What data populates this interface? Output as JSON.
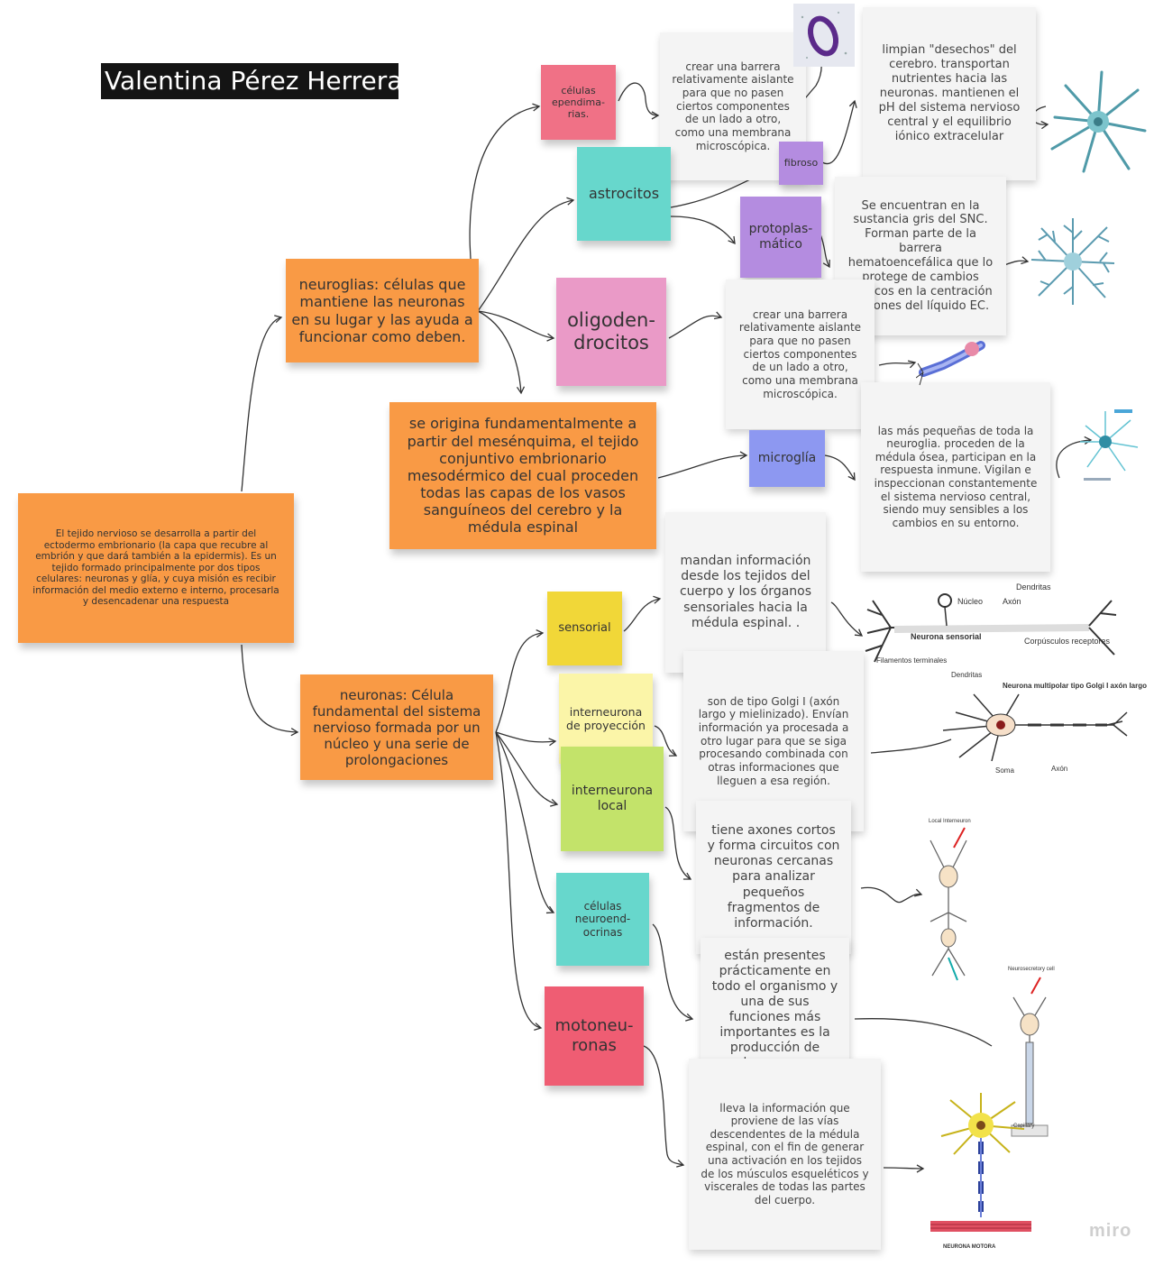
{
  "title": "Valentina Pérez Herrera",
  "colors": {
    "orange": "#f99a45",
    "pink": "#f07186",
    "teal": "#67d7cc",
    "rose": "#ea9ac7",
    "violet": "#b48ce0",
    "blue": "#8d98f1",
    "yellow": "#f1d738",
    "cream": "#fbf5a8",
    "lime": "#c3e36a",
    "red": "#ef5d73",
    "card": "#f4f4f4"
  },
  "root": "El tejido nervioso se desarrolla a partir del ectodermo embrionario (la capa que recubre al embrión y que dará también a la epidermis). Es un tejido formado principalmente por dos tipos celulares: neuronas y glía, y cuya misión es recibir información del medio externo e interno, procesarla y desencadenar una respuesta",
  "neuroglias": {
    "label": "neuroglias: células que mantiene las neuronas en su lugar y las ayuda a funcionar como deben.",
    "origin": "se origina fundamentalmente a partir del mesénquima, el tejido conjuntivo embrionario mesodérmico del cual proceden todas las capas de los vasos sanguíneos del cerebro y la médula espinal",
    "ependimarias": {
      "label": "células ependima-rias.",
      "description": "crear una barrera relativamente aislante para que no pasen ciertos componentes de un lado a otro, como una membrana microscópica."
    },
    "astrocitos": {
      "label": "astrocitos",
      "fibroso": "fibroso",
      "fibroso_desc": "limpian \"desechos\" del cerebro. transportan nutrientes hacia las neuronas. mantienen el pH del sistema nervioso central y el equilibrio iónico extracelular",
      "protoplasmatico": "protoplas-mático",
      "protoplasmatico_desc": "Se encuentran en la sustancia gris del SNC. Forman parte de la barrera hematoencefálica que lo protege de cambios bruscos en la centración de iones del líquido EC."
    },
    "oligodendrocitos": {
      "label": "oligoden-drocitos",
      "description": "crear una barrera relativamente aislante para que no pasen ciertos componentes de un lado a otro, como una membrana microscópica."
    },
    "microglia": {
      "label": "microglía",
      "description": "las más pequeñas de toda la neuroglia. proceden de la médula ósea, participan en la respuesta inmune. Vigilan e inspeccionan constantemente el sistema nervioso central, siendo muy sensibles a los cambios en su entorno."
    }
  },
  "neuronas": {
    "label": "neuronas: Célula fundamental del sistema nervioso formada por un núcleo y una serie de prolongaciones",
    "sensorial": {
      "label": "sensorial",
      "description": "mandan información desde los tejidos del cuerpo y los órganos sensoriales hacia la médula espinal. ."
    },
    "interneurona_proyeccion": {
      "label": "interneurona de proyección",
      "description": "son de tipo Golgi I (axón largo y mielinizado). Envían información ya procesada a otro lugar para que se siga procesando combinada con otras informaciones que lleguen a esa región."
    },
    "interneurona_local": {
      "label": "interneurona local",
      "description": "tiene axones cortos y forma circuitos con neuronas cercanas para analizar pequeños fragmentos de información."
    },
    "neuroendocrinas": {
      "label": "células neuroend-ocrinas",
      "description": "están presentes prácticamente en todo el organismo y una de sus funciones más importantes es la producción de hormonas"
    },
    "motoneuronas": {
      "label": "motoneu-ronas",
      "description": "lleva la información que proviene de las vías descendentes de la médula espinal, con el fin de generar una activación en los tejidos de los músculos esqueléticos y viscerales de todas las partes del cuerpo."
    }
  },
  "image_labels": {
    "sensory_neuron": {
      "dendritas": "Dendritas",
      "nucleo": "Núcleo",
      "axon": "Axón",
      "name": "Neurona sensorial",
      "filamentos": "Filamentos terminales",
      "corpusculos": "Corpúsculos receptores"
    },
    "golgi_neuron": {
      "title": "Neurona multipolar tipo Golgi I axón largo",
      "dendritas": "Dendritas",
      "soma": "Soma",
      "axon": "Axón"
    },
    "local_interneuron": "Local Interneuron",
    "neurosecretory": "Neurosecretory cell",
    "capillary": "Capillary",
    "motor_neuron": "NEURONA MOTORA"
  },
  "watermark": "miro"
}
